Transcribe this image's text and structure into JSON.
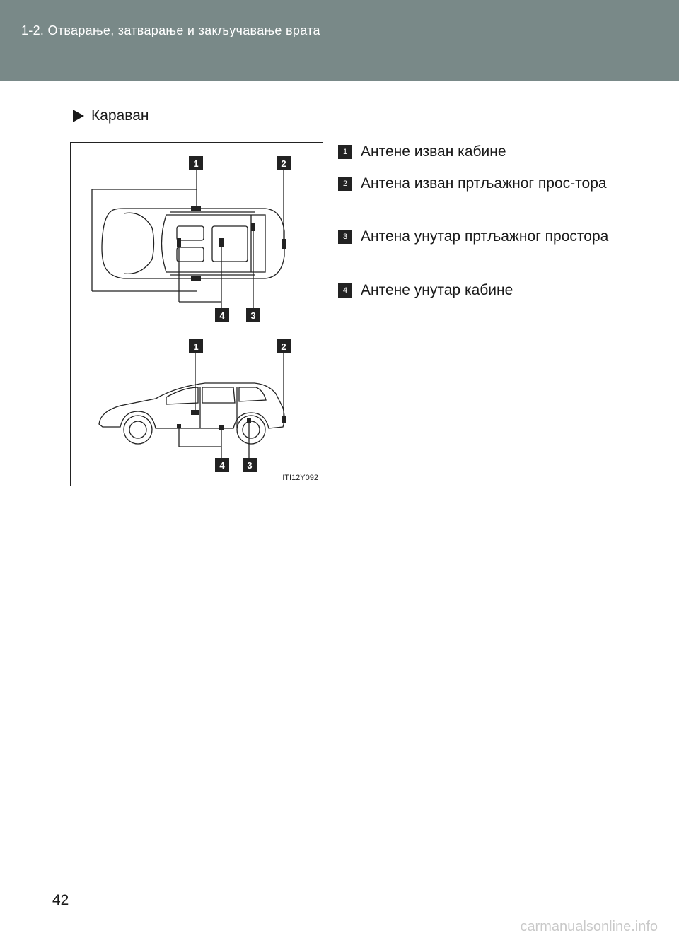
{
  "header": {
    "title": "1-2. Отварање, затварање и закључавање врата"
  },
  "section": {
    "title": "Караван"
  },
  "figure": {
    "code": "ITI12Y092",
    "callouts": {
      "c1": "1",
      "c2": "2",
      "c3": "3",
      "c4": "4"
    }
  },
  "legend": [
    {
      "num": "1",
      "text": "Антене изван кабине"
    },
    {
      "num": "2",
      "text": "Антена изван пртљажног прос-тора"
    },
    {
      "num": "3",
      "text": "Антена унутар пртљажног простора"
    },
    {
      "num": "4",
      "text": "Антене унутар кабине"
    }
  ],
  "page_number": "42",
  "watermark": "carmanualsonline.info"
}
